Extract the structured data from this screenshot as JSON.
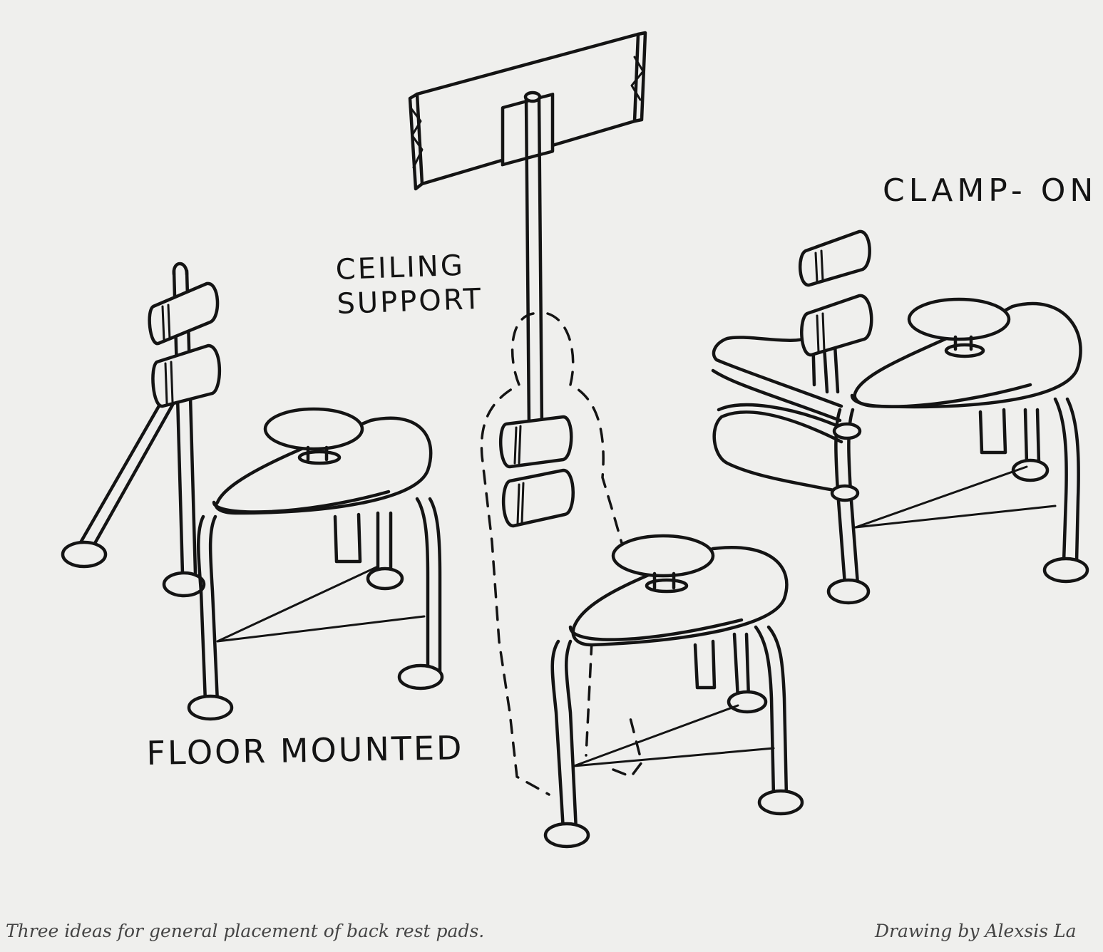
{
  "labels": {
    "ceiling_support_line1": "CEILING",
    "ceiling_support_line2": "SUPPORT",
    "clamp_on": "CLAMP- ON",
    "floor_mounted": "FLOOR MOUNTED"
  },
  "caption": "Three ideas for general placement of back rest pads.",
  "credit": "Drawing by Alexsis La"
}
